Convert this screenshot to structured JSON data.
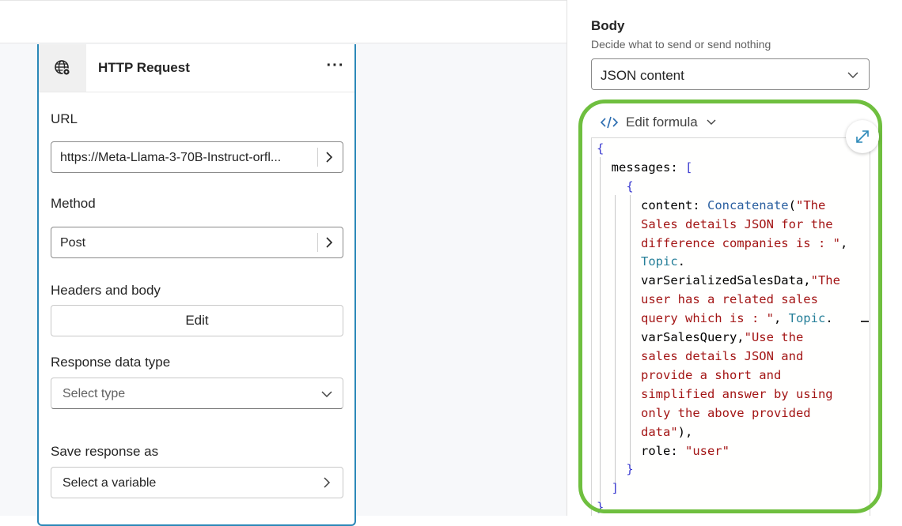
{
  "node": {
    "title": "HTTP Request",
    "icon": "globe-gear-icon",
    "more": "···",
    "url_label": "URL",
    "url_value": "https://Meta-Llama-3-70B-Instruct-orfl...",
    "method_label": "Method",
    "method_value": "Post",
    "headers_label": "Headers and body",
    "edit_label": "Edit",
    "response_label": "Response data type",
    "response_placeholder": "Select type",
    "save_label": "Save response as",
    "save_placeholder": "Select a variable"
  },
  "panel": {
    "body_title": "Body",
    "body_subtitle": "Decide what to send or send nothing",
    "body_select_value": "JSON content",
    "edit_formula_label": "Edit formula",
    "code_lines": [
      [
        {
          "t": "{",
          "c": "br"
        }
      ],
      [
        {
          "t": "  messages: ",
          "c": "key"
        },
        {
          "t": "[",
          "c": "br"
        }
      ],
      [
        {
          "t": "    {",
          "c": "br"
        }
      ],
      [
        {
          "t": "      content: ",
          "c": "key"
        },
        {
          "t": "Concatenate",
          "c": "fn"
        },
        {
          "t": "(",
          "c": "key"
        },
        {
          "t": "\"The",
          "c": "str"
        }
      ],
      [
        {
          "t": "      Sales details JSON for the",
          "c": "str"
        }
      ],
      [
        {
          "t": "      difference companies is : \"",
          "c": "str"
        },
        {
          "t": ",",
          "c": "key"
        }
      ],
      [
        {
          "t": "      Topic",
          "c": "id"
        },
        {
          "t": ".",
          "c": "key"
        }
      ],
      [
        {
          "t": "      varSerializedSalesData,",
          "c": "key"
        },
        {
          "t": "\"The",
          "c": "str"
        }
      ],
      [
        {
          "t": "      user has a related sales",
          "c": "str"
        }
      ],
      [
        {
          "t": "      query which is : \"",
          "c": "str"
        },
        {
          "t": ", ",
          "c": "key"
        },
        {
          "t": "Topic",
          "c": "id"
        },
        {
          "t": ".",
          "c": "key"
        }
      ],
      [
        {
          "t": "      varSalesQuery,",
          "c": "key"
        },
        {
          "t": "\"Use the",
          "c": "str"
        }
      ],
      [
        {
          "t": "      sales details JSON and",
          "c": "str"
        }
      ],
      [
        {
          "t": "      provide a short and",
          "c": "str"
        }
      ],
      [
        {
          "t": "      simplified answer by using",
          "c": "str"
        }
      ],
      [
        {
          "t": "      only the above provided",
          "c": "str"
        }
      ],
      [
        {
          "t": "      data\"",
          "c": "str"
        },
        {
          "t": "),",
          "c": "key"
        }
      ],
      [
        {
          "t": "      role: ",
          "c": "key"
        },
        {
          "t": "\"user\"",
          "c": "str"
        }
      ],
      [
        {
          "t": "    }",
          "c": "br"
        }
      ],
      [
        {
          "t": "  ]",
          "c": "br"
        }
      ],
      [
        {
          "t": "}",
          "c": "br"
        }
      ]
    ]
  },
  "colors": {
    "card_border": "#2b88b8",
    "highlight_ring": "#6fbf3f",
    "formula_icon": "#2b6cb0"
  }
}
